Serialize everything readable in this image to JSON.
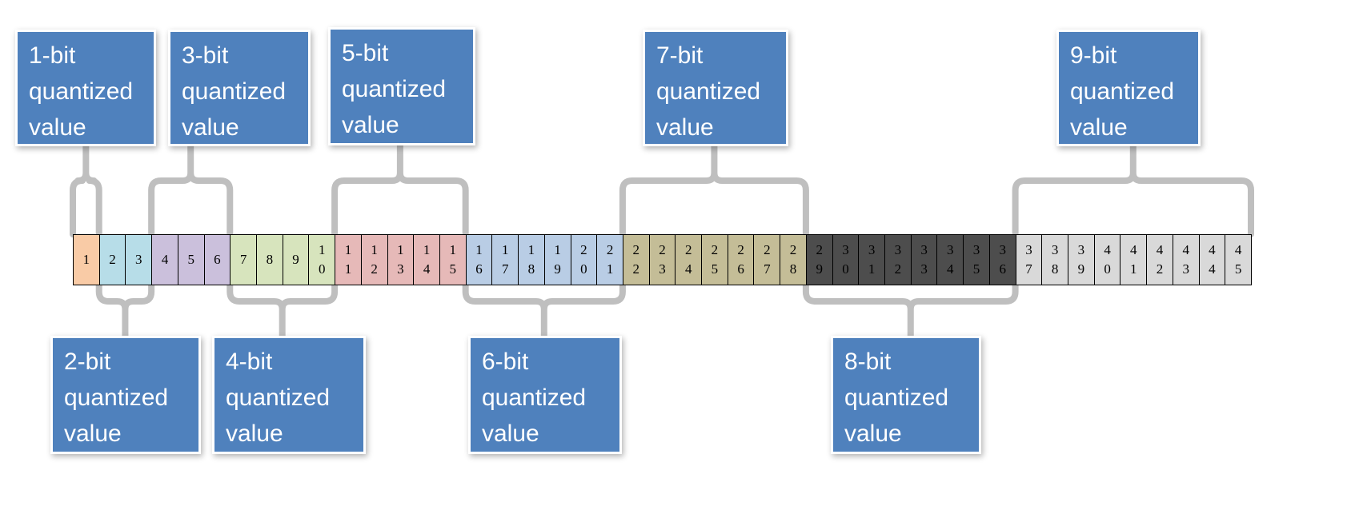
{
  "colors": {
    "label_fill": "#4f81bd",
    "label_text": "#ffffff",
    "bracket_stroke": "#bfbfbf",
    "cell_border": "#000000"
  },
  "cells": [
    {
      "text": "1",
      "group": 1
    },
    {
      "text": "2",
      "group": 2
    },
    {
      "text": "3",
      "group": 2
    },
    {
      "text": "4",
      "group": 3
    },
    {
      "text": "5",
      "group": 3
    },
    {
      "text": "6",
      "group": 3
    },
    {
      "text": "7",
      "group": 4
    },
    {
      "text": "8",
      "group": 4
    },
    {
      "text": "9",
      "group": 4
    },
    {
      "text": "10",
      "group": 4
    },
    {
      "text": "11",
      "group": 5
    },
    {
      "text": "12",
      "group": 5
    },
    {
      "text": "13",
      "group": 5
    },
    {
      "text": "14",
      "group": 5
    },
    {
      "text": "15",
      "group": 5
    },
    {
      "text": "16",
      "group": 6
    },
    {
      "text": "17",
      "group": 6
    },
    {
      "text": "18",
      "group": 6
    },
    {
      "text": "19",
      "group": 6
    },
    {
      "text": "20",
      "group": 6
    },
    {
      "text": "21",
      "group": 6
    },
    {
      "text": "22",
      "group": 7
    },
    {
      "text": "23",
      "group": 7
    },
    {
      "text": "24",
      "group": 7
    },
    {
      "text": "25",
      "group": 7
    },
    {
      "text": "26",
      "group": 7
    },
    {
      "text": "27",
      "group": 7
    },
    {
      "text": "28",
      "group": 7
    },
    {
      "text": "29",
      "group": 8
    },
    {
      "text": "30",
      "group": 8
    },
    {
      "text": "31",
      "group": 8
    },
    {
      "text": "32",
      "group": 8
    },
    {
      "text": "33",
      "group": 8
    },
    {
      "text": "34",
      "group": 8
    },
    {
      "text": "35",
      "group": 8
    },
    {
      "text": "36",
      "group": 8
    },
    {
      "text": "37",
      "group": 9
    },
    {
      "text": "38",
      "group": 9
    },
    {
      "text": "39",
      "group": 9
    },
    {
      "text": "40",
      "group": 9
    },
    {
      "text": "41",
      "group": 9
    },
    {
      "text": "42",
      "group": 9
    },
    {
      "text": "43",
      "group": 9
    },
    {
      "text": "44",
      "group": 9
    },
    {
      "text": "45",
      "group": 9
    }
  ],
  "groups": [
    {
      "id": 1,
      "label": "1-bit\nquantized\nvalue",
      "fill": "#f9cba6",
      "text_color": "#000000",
      "side": "top"
    },
    {
      "id": 2,
      "label": "2-bit\nquantized\nvalue",
      "fill": "#b7dde8",
      "text_color": "#000000",
      "side": "bottom"
    },
    {
      "id": 3,
      "label": "3-bit\nquantized\nvalue",
      "fill": "#cbc0dc",
      "text_color": "#000000",
      "side": "top"
    },
    {
      "id": 4,
      "label": "4-bit\nquantized\nvalue",
      "fill": "#d7e4bd",
      "text_color": "#000000",
      "side": "bottom"
    },
    {
      "id": 5,
      "label": "5-bit\nquantized\nvalue",
      "fill": "#e6b9b8",
      "text_color": "#000000",
      "side": "top"
    },
    {
      "id": 6,
      "label": "6-bit\nquantized\nvalue",
      "fill": "#b9cde5",
      "text_color": "#000000",
      "side": "bottom"
    },
    {
      "id": 7,
      "label": "7-bit\nquantized\nvalue",
      "fill": "#c4bd97",
      "text_color": "#000000",
      "side": "top"
    },
    {
      "id": 8,
      "label": "8-bit\nquantized\nvalue",
      "fill": "#4d4d4d",
      "text_color": "#000000",
      "side": "bottom"
    },
    {
      "id": 9,
      "label": "9-bit\nquantized\nvalue",
      "fill": "#d9d9d9",
      "text_color": "#000000",
      "side": "top"
    }
  ]
}
